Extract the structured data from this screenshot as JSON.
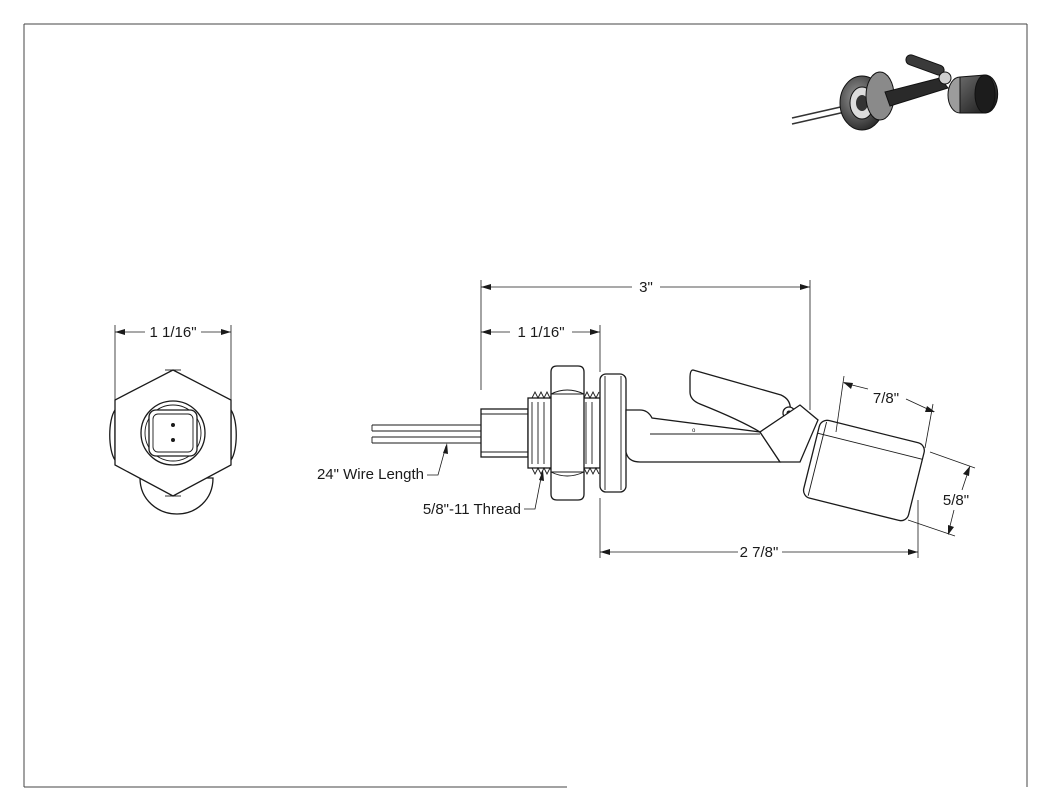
{
  "drawing": {
    "dimensions": {
      "top_view_width": "1 1/16\"",
      "overall_length": "3\"",
      "body_length": "1 1/16\"",
      "float_length": "7/8\"",
      "float_diameter": "5/8\"",
      "stem_length": "2 7/8\""
    },
    "callouts": {
      "wire_length": "24\" Wire Length",
      "thread": "5/8\"-11 Thread"
    }
  }
}
